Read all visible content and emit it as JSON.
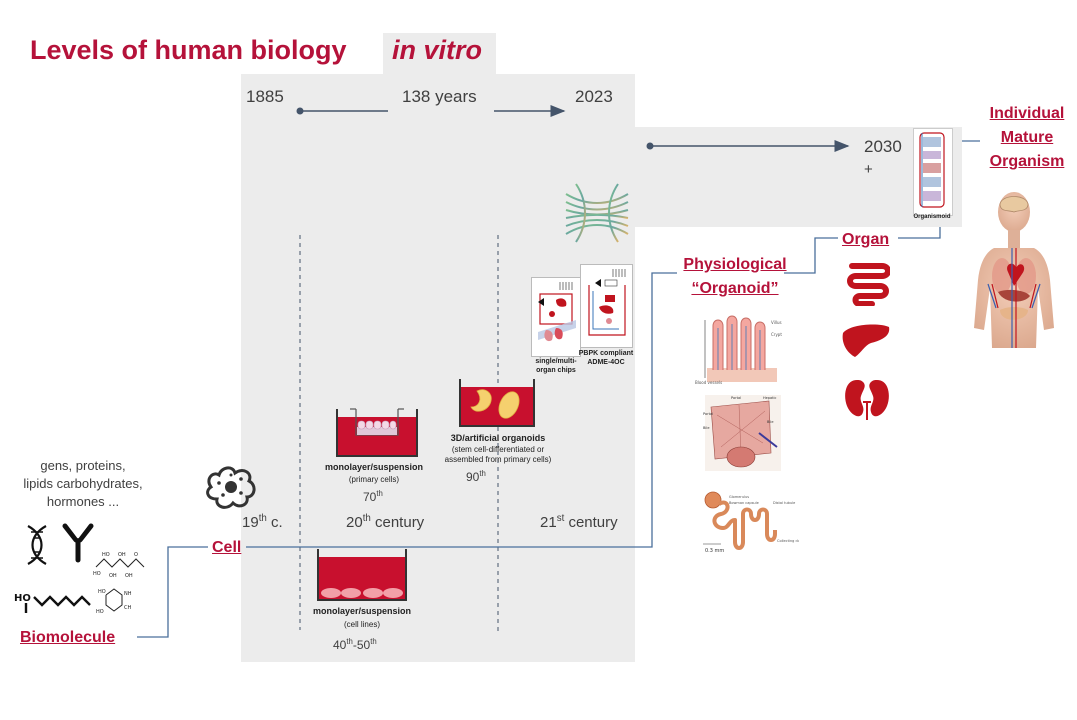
{
  "title": {
    "main": "Levels of human biology",
    "highlight": "in vitro"
  },
  "timeline": {
    "start_year": "1885",
    "span": "138 years",
    "end_year": "2023",
    "future_year": "2030",
    "future_plus": "+"
  },
  "eras": {
    "c19": {
      "prefix": "19",
      "sup": "th",
      "suffix": " c."
    },
    "c20": {
      "prefix": "20",
      "sup": "th",
      "suffix": " century"
    },
    "c21": {
      "prefix": "21",
      "sup": "st",
      "suffix": " century"
    }
  },
  "levels": {
    "biomolecule": "Biomolecule",
    "cell": "Cell",
    "organoid_line1": "Physiological",
    "organoid_line2": "“Organoid”",
    "organ": "Organ",
    "organism_line1": "Individual",
    "organism_line2": "Mature",
    "organism_line3": "Organism"
  },
  "biomolecules": {
    "line1": "gens, proteins,",
    "line2": "lipids carbohydrates,",
    "line3": "hormones ..."
  },
  "models": {
    "cell_lines": {
      "title": "monolayer/suspension",
      "sub": "(cell lines)",
      "decade_a": "40",
      "decade_a_sup": "th",
      "decade_sep": "-50",
      "decade_b_sup": "th"
    },
    "primary": {
      "title": "monolayer/suspension",
      "sub": "(primary cells)",
      "decade": "70",
      "decade_sup": "th"
    },
    "organoids3d": {
      "title": "3D/artificial organoids",
      "sub1": "(stem cell-differentiated or",
      "sub2": "assembled from primary cells)",
      "decade": "90",
      "decade_sup": "th"
    },
    "chips": {
      "title1": "single/multi-",
      "title2": "organ chips"
    },
    "pbpk": {
      "title1": "PBPK compliant",
      "title2": "ADME-4OC"
    },
    "organismoid": "Organismoid"
  },
  "colors": {
    "accent": "#b5123a",
    "organ_red": "#c0141e",
    "line_blue": "#4a6f9c",
    "arrow_dark": "#44546a",
    "panel_grey": "#ececec",
    "text_grey": "#404040"
  },
  "icons": {
    "cell": "cell-icon",
    "dna": "dna-icon",
    "antibody": "antibody-icon",
    "sugar": "carbohydrate-molecule-icon",
    "lipid": "lipid-molecule-icon",
    "hormone": "hormone-molecule-icon",
    "intestine": "intestine-icon",
    "liver": "liver-icon",
    "kidney": "kidney-icon",
    "logo": "woven-sphere-logo-icon",
    "body": "human-body-icon"
  }
}
